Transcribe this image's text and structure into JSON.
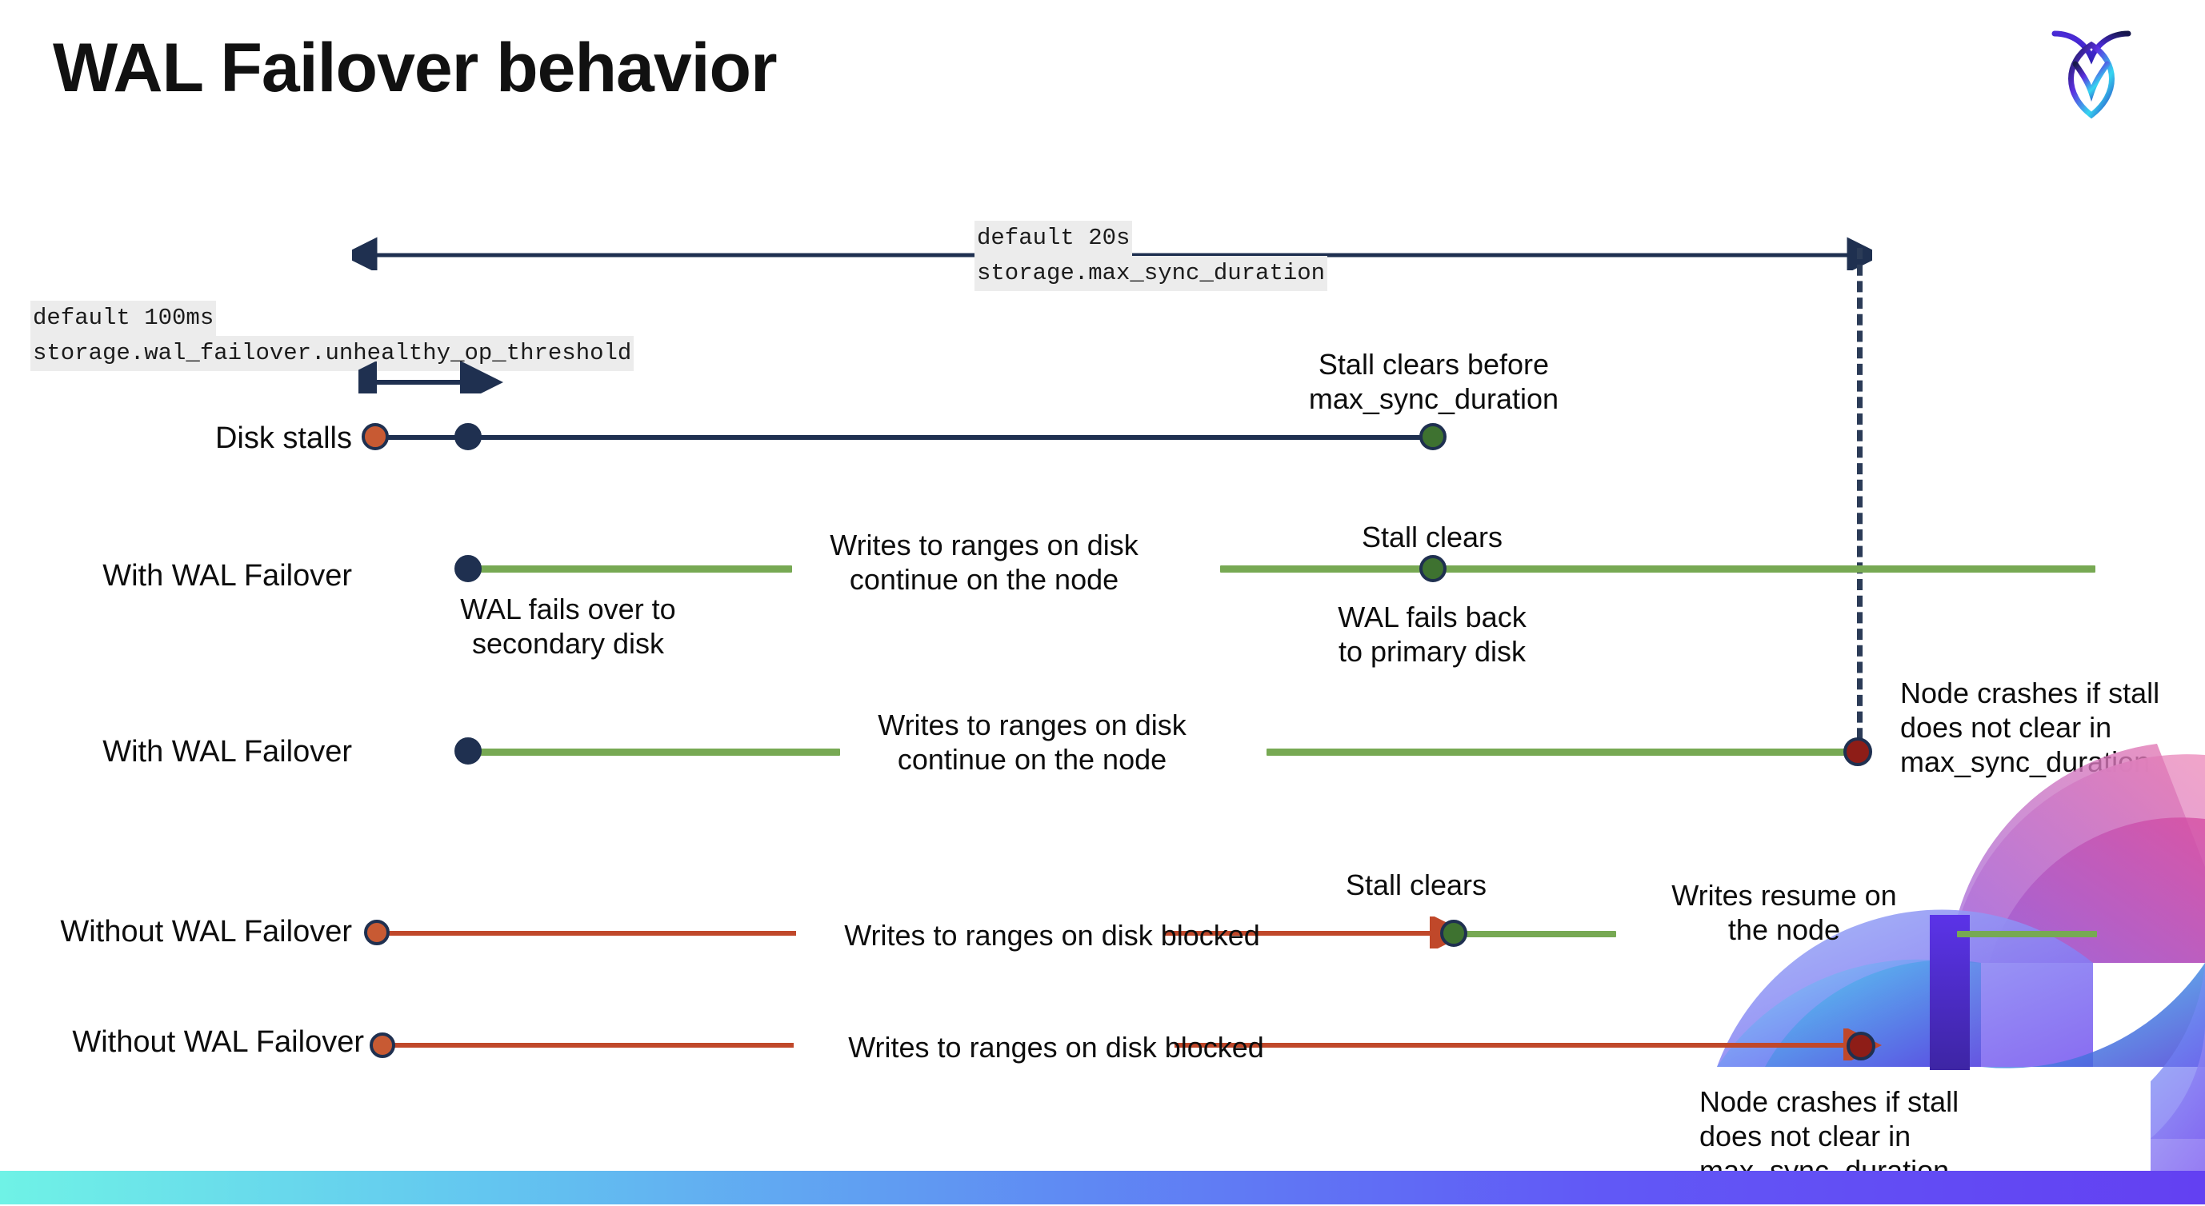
{
  "slide": {
    "title": "WAL Failover behavior",
    "logo_icon": "cockroach-labs-logo-icon",
    "brand_colors": {
      "navy": "#1f3050",
      "green": "#77a953",
      "green_dot": "#3e7230",
      "orange": "#c85a33",
      "red_line": "#c0482a",
      "dark_red": "#8e1d17",
      "code_bg": "#ececec",
      "bar_gradient_start": "#6ff2e6",
      "bar_gradient_end": "#6340f2"
    }
  },
  "callouts": {
    "max_sync": {
      "line1": "default 20s",
      "line2": "storage.max_sync_duration"
    },
    "unhealthy_threshold": {
      "line1": "default 100ms",
      "line2": "storage.wal_failover.unhealthy_op_threshold"
    }
  },
  "rows": [
    {
      "id": "disk-stalls",
      "label": "Disk stalls",
      "annotations": [
        "Stall clears before\nmax_sync_duration"
      ]
    },
    {
      "id": "with-wal-failover-1",
      "label": "With WAL Failover",
      "annotations": [
        "WAL fails over to\nsecondary disk",
        "Writes to ranges on disk\ncontinue on the node",
        "Stall clears",
        "WAL fails  back\nto primary disk"
      ]
    },
    {
      "id": "with-wal-failover-2",
      "label": "With WAL Failover",
      "annotations": [
        "Writes to ranges on disk\ncontinue on the node",
        "Node crashes if stall\ndoes not clear in\nmax_sync_duration"
      ]
    },
    {
      "id": "without-wal-failover-1",
      "label": "Without WAL Failover",
      "annotations": [
        "Writes to ranges on disk  blocked",
        "Stall clears",
        "Writes resume on\nthe node"
      ]
    },
    {
      "id": "without-wal-failover-2",
      "label": "Without WAL Failover",
      "annotations": [
        "Writes to ranges on disk  blocked",
        "Node crashes if stall\ndoes not clear in\nmax_sync_duration"
      ]
    }
  ]
}
